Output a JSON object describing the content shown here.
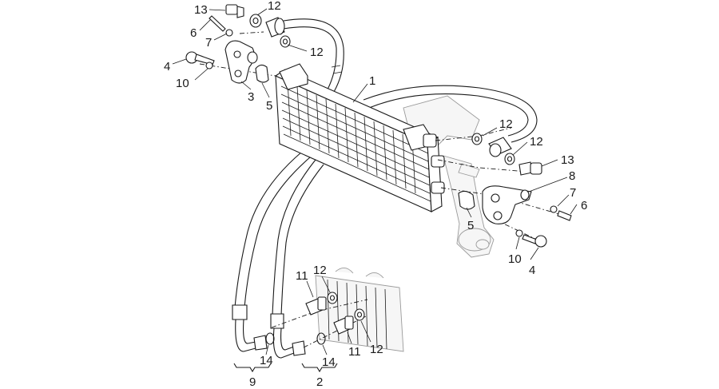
{
  "diagram": {
    "callouts": [
      {
        "id": "c13a",
        "text": "13"
      },
      {
        "id": "c12a",
        "text": "12"
      },
      {
        "id": "c6a",
        "text": "6"
      },
      {
        "id": "c7a",
        "text": "7"
      },
      {
        "id": "c12b",
        "text": "12"
      },
      {
        "id": "c4a",
        "text": "4"
      },
      {
        "id": "c10a",
        "text": "10"
      },
      {
        "id": "c3",
        "text": "3"
      },
      {
        "id": "c5a",
        "text": "5"
      },
      {
        "id": "c1",
        "text": "1"
      },
      {
        "id": "c12c",
        "text": "12"
      },
      {
        "id": "c12d",
        "text": "12"
      },
      {
        "id": "c13b",
        "text": "13"
      },
      {
        "id": "c8",
        "text": "8"
      },
      {
        "id": "c7b",
        "text": "7"
      },
      {
        "id": "c6b",
        "text": "6"
      },
      {
        "id": "c5b",
        "text": "5"
      },
      {
        "id": "c10b",
        "text": "10"
      },
      {
        "id": "c4b",
        "text": "4"
      },
      {
        "id": "c11a",
        "text": "11"
      },
      {
        "id": "c12e",
        "text": "12"
      },
      {
        "id": "c11b",
        "text": "11"
      },
      {
        "id": "c12f",
        "text": "12"
      },
      {
        "id": "c14a",
        "text": "14"
      },
      {
        "id": "c14b",
        "text": "14"
      },
      {
        "id": "c9",
        "text": "9"
      },
      {
        "id": "c2",
        "text": "2"
      }
    ]
  }
}
